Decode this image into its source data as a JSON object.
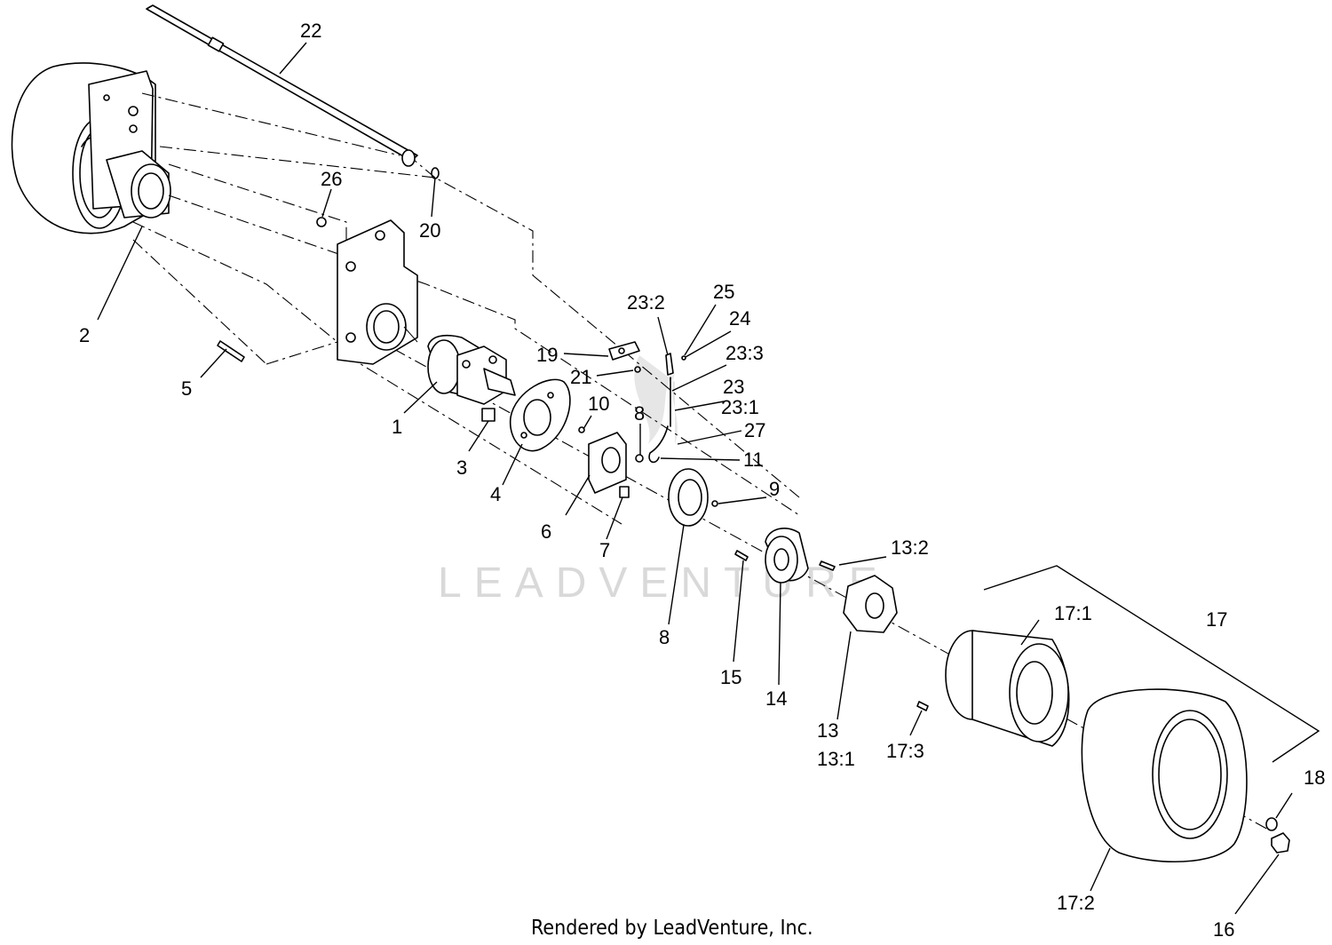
{
  "diagram": {
    "callouts": [
      {
        "id": "c22",
        "text": "22"
      },
      {
        "id": "c26",
        "text": "26"
      },
      {
        "id": "c20",
        "text": "20"
      },
      {
        "id": "c2",
        "text": "2"
      },
      {
        "id": "c5",
        "text": "5"
      },
      {
        "id": "c1",
        "text": "1"
      },
      {
        "id": "c3",
        "text": "3"
      },
      {
        "id": "c4",
        "text": "4"
      },
      {
        "id": "c19",
        "text": "19"
      },
      {
        "id": "c21",
        "text": "21"
      },
      {
        "id": "c10",
        "text": "10"
      },
      {
        "id": "c6",
        "text": "6"
      },
      {
        "id": "c7",
        "text": "7"
      },
      {
        "id": "c8a",
        "text": "8"
      },
      {
        "id": "c8b",
        "text": "8"
      },
      {
        "id": "c23_2",
        "text": "23:2"
      },
      {
        "id": "c25",
        "text": "25"
      },
      {
        "id": "c24",
        "text": "24"
      },
      {
        "id": "c23_3",
        "text": "23:3"
      },
      {
        "id": "c23",
        "text": "23"
      },
      {
        "id": "c23_1",
        "text": "23:1"
      },
      {
        "id": "c27",
        "text": "27"
      },
      {
        "id": "c11",
        "text": "11"
      },
      {
        "id": "c9",
        "text": "9"
      },
      {
        "id": "c13_2",
        "text": "13:2"
      },
      {
        "id": "c15",
        "text": "15"
      },
      {
        "id": "c14",
        "text": "14"
      },
      {
        "id": "c13",
        "text": "13"
      },
      {
        "id": "c13_1",
        "text": "13:1"
      },
      {
        "id": "c17",
        "text": "17"
      },
      {
        "id": "c17_1",
        "text": "17:1"
      },
      {
        "id": "c17_3",
        "text": "17:3"
      },
      {
        "id": "c17_2",
        "text": "17:2"
      },
      {
        "id": "c18",
        "text": "18"
      },
      {
        "id": "c16",
        "text": "16"
      }
    ],
    "watermark": "LEADVENTURE",
    "footer": "Rendered by LeadVenture, Inc."
  }
}
